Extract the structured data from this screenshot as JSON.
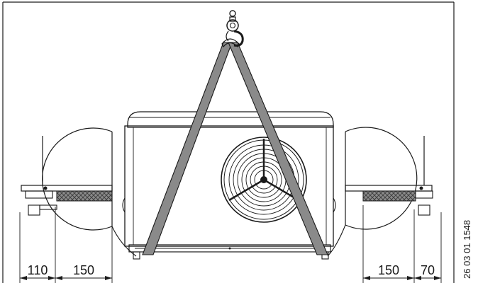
{
  "dimensions": {
    "left_outer": "110",
    "left_inner": "150",
    "right_inner": "150",
    "right_outer": "70"
  },
  "document_id": "26 03 01 1548",
  "colors": {
    "line": "#1a1a1a",
    "strap": "#8a8a8a",
    "body": "#ffffff",
    "pad_hatch": "#555555"
  }
}
